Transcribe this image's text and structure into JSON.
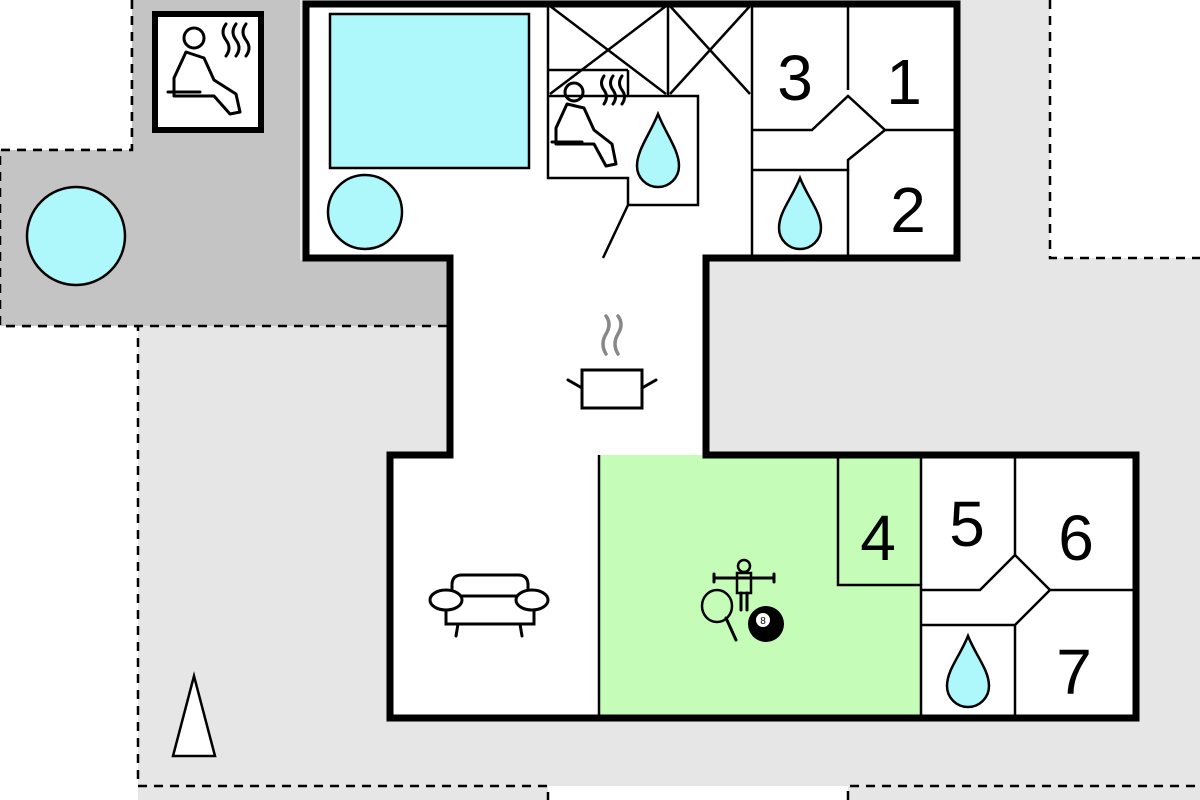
{
  "floorplan": {
    "bedrooms": [
      {
        "id": "room-1",
        "label": "1"
      },
      {
        "id": "room-2",
        "label": "2"
      },
      {
        "id": "room-3",
        "label": "3"
      },
      {
        "id": "room-4",
        "label": "4"
      },
      {
        "id": "room-5",
        "label": "5"
      },
      {
        "id": "room-6",
        "label": "6"
      },
      {
        "id": "room-7",
        "label": "7"
      }
    ],
    "pool_indoor_color": "#aef8fc",
    "games_room_color": "#c4fcb8",
    "terrace_color": "#c4c4c4",
    "outdoor_color": "#e6e6e6",
    "billiard_ball_number": "8",
    "icons": [
      "sauna-icon",
      "pool-icon",
      "whirlpool-icon",
      "bathroom-icon",
      "kitchen-icon",
      "sofa-icon",
      "table-football-icon",
      "table-tennis-icon",
      "billiards-icon",
      "north-arrow-icon",
      "void-icon"
    ]
  }
}
